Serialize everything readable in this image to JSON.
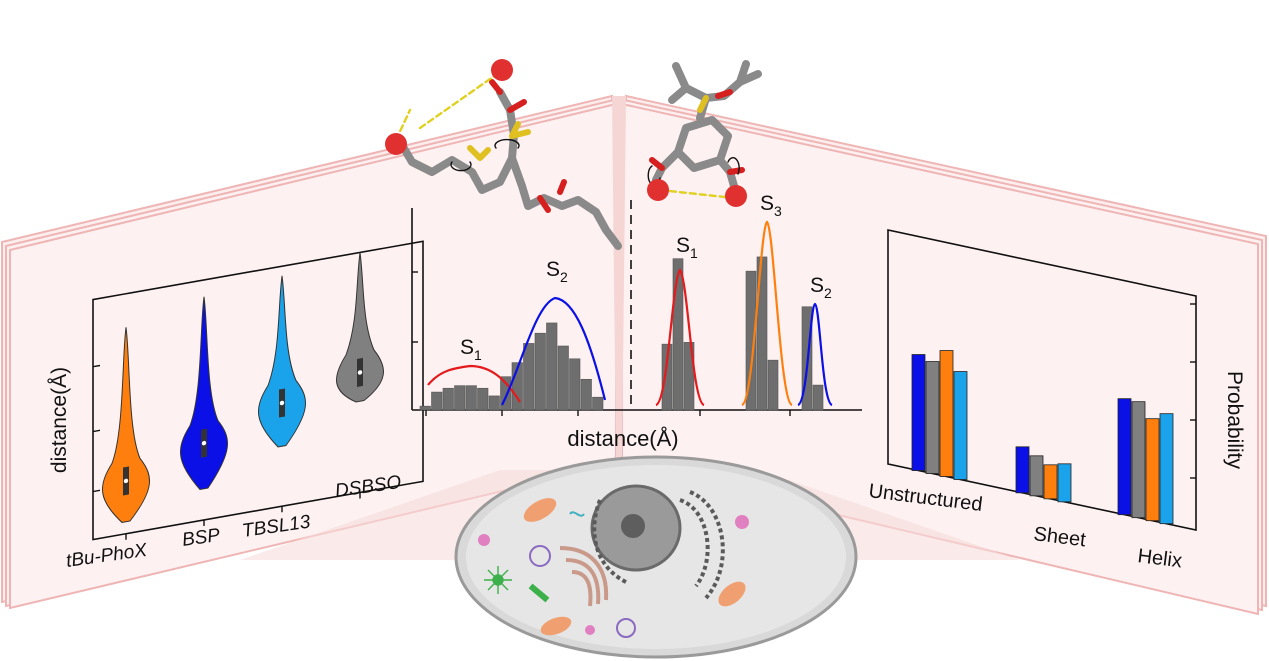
{
  "colors": {
    "page_fill": "#fdeeee",
    "page_edge": "#e8a8a8",
    "orange": "#ff7f0e",
    "blue": "#0a10e6",
    "skyblue": "#1aa3ea",
    "gray": "#808080",
    "red_fit": "#e41a1c",
    "hist_bar": "#6e6e6e"
  },
  "left_panel": {
    "ylabel": "distance(Å)",
    "categories": [
      "tBu-PhoX",
      "BSP",
      "TBSL13",
      "DSBSO"
    ]
  },
  "middle_panel": {
    "xlabel": "distance(Å)",
    "left_labels": {
      "s1": "S",
      "s1_sub": "1",
      "s2": "S",
      "s2_sub": "2"
    },
    "right_labels": {
      "s1": "S",
      "s1_sub": "1",
      "s2": "S",
      "s2_sub": "2",
      "s3": "S",
      "s3_sub": "3"
    }
  },
  "right_panel": {
    "ylabel": "Probability",
    "categories": [
      "Unstructured",
      "Sheet",
      "Helix"
    ]
  },
  "chart_data": [
    {
      "type": "violin",
      "ylabel": "distance(Å)",
      "categories": [
        "tBu-PhoX",
        "BSP",
        "TBSL13",
        "DSBSO"
      ],
      "medians": [
        0.22,
        0.32,
        0.43,
        0.5
      ],
      "ranges": [
        [
          0.05,
          0.86
        ],
        [
          0.13,
          0.93
        ],
        [
          0.25,
          0.96
        ],
        [
          0.38,
          1.0
        ]
      ]
    },
    {
      "type": "bar",
      "panel": "histogram left",
      "values": [
        0.03,
        0.14,
        0.17,
        0.19,
        0.19,
        0.17,
        0.11,
        0.26,
        0.37,
        0.52,
        0.6,
        0.68,
        0.5,
        0.4,
        0.24,
        0.1
      ],
      "fits": [
        "S1",
        "S2"
      ]
    },
    {
      "type": "bar",
      "panel": "histogram right",
      "groups": [
        {
          "label": "S1",
          "values": [
            0.37,
            0.85,
            0.38
          ]
        },
        {
          "label": "S3",
          "values": [
            0.78,
            0.86,
            0.28
          ]
        },
        {
          "label": "S2",
          "values": [
            0.58,
            0.14
          ]
        }
      ]
    },
    {
      "type": "bar",
      "ylabel": "Probability",
      "categories": [
        "Unstructured",
        "Sheet",
        "Helix"
      ],
      "series": [
        {
          "color": "#0a10e6",
          "values": [
            0.58,
            0.23,
            0.58
          ]
        },
        {
          "color": "#808080",
          "values": [
            0.56,
            0.2,
            0.58
          ]
        },
        {
          "color": "#ff7f0e",
          "values": [
            0.63,
            0.17,
            0.51
          ]
        },
        {
          "color": "#1aa3ea",
          "values": [
            0.54,
            0.19,
            0.55
          ]
        }
      ]
    }
  ]
}
